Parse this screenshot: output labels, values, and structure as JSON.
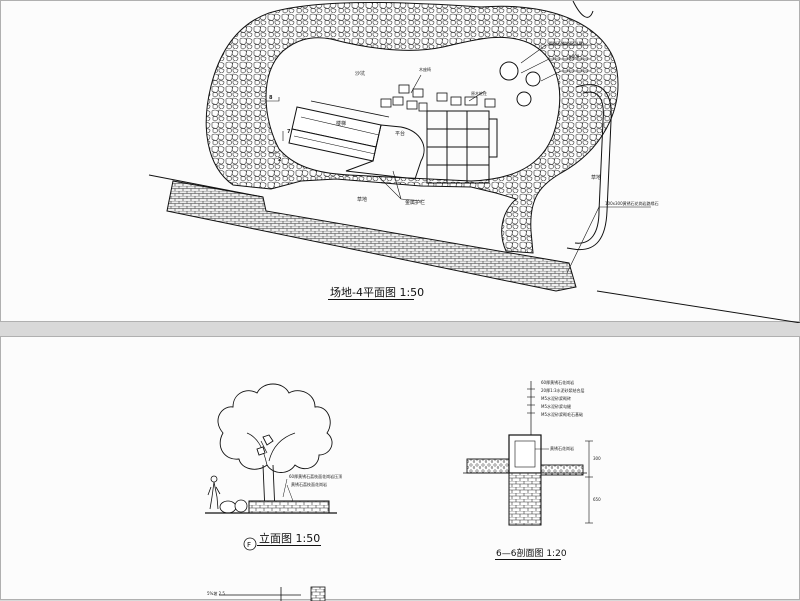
{
  "plan": {
    "title": "场地-4平面图",
    "scale": "1:50",
    "labels": {
      "sandpit": "沙坑",
      "stairs": "楼梯",
      "platform": "平台",
      "lawn": "草地",
      "lawn_right": "草地",
      "metal_rail": "金属护栏",
      "wood_seat": "木座椅",
      "log_pile": "原木桩柱",
      "note_top": "鹅卵石铺地面层(厚)",
      "note_mid": "φ300",
      "note_curb": "100x300黄锈石花岗岩路缘石",
      "num_8": "8",
      "num_7": "7",
      "num_2": "2"
    }
  },
  "elevation": {
    "title": "立面图",
    "scale": "1:50",
    "marker": "F",
    "notes": [
      "60厚黄锈石荔枝面花岗岩压顶",
      "黄锈石荔枝面花岗岩"
    ],
    "top_note": "5%坡 2.5"
  },
  "section": {
    "title": "6—6剖面图",
    "scale": "1:20",
    "notes": [
      "60厚黄锈石花岗岩",
      "20厚1:3水泥砂浆结合层",
      "M5水泥砂浆砌砖",
      "M5水泥砂浆勾缝",
      "M5水泥砂浆砌毛石基础"
    ],
    "side_note": "黄锈石花岗岩",
    "dims": [
      "300",
      "650"
    ]
  }
}
